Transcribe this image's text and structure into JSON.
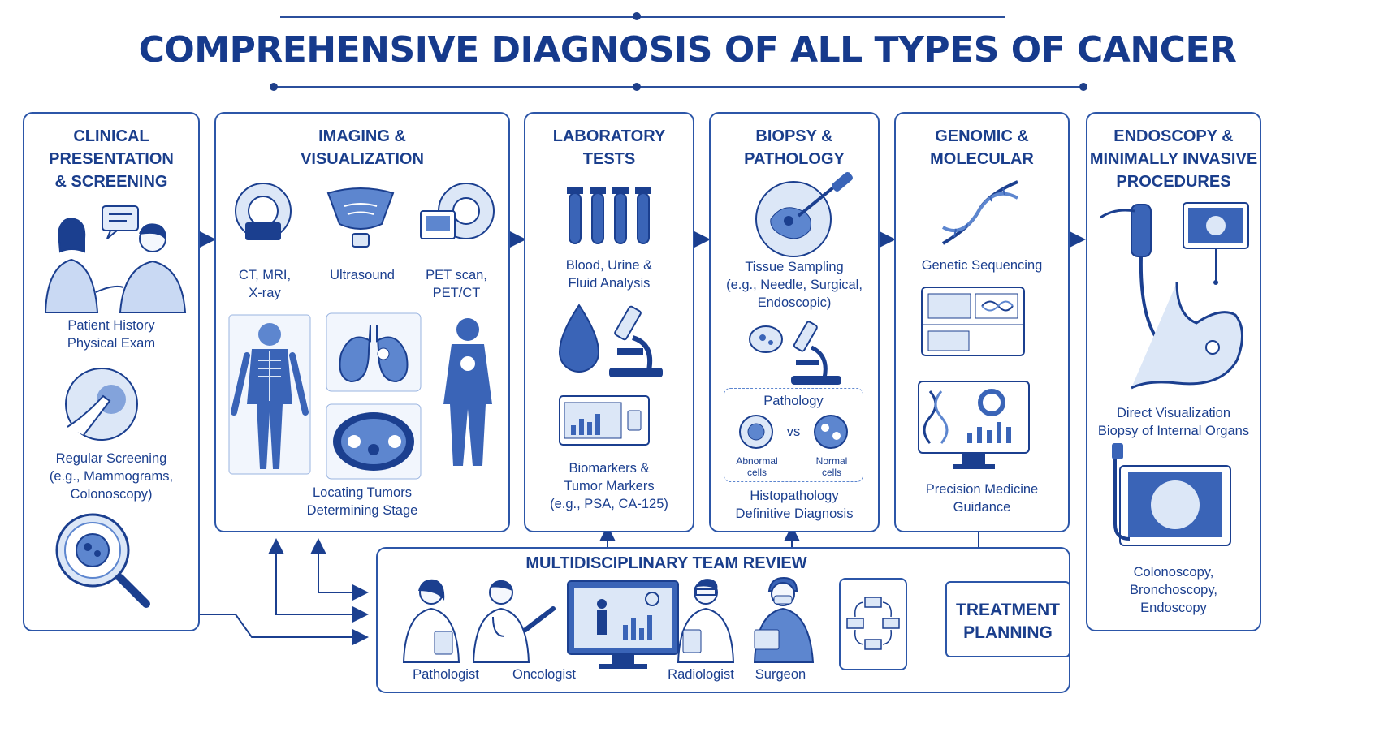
{
  "title": "COMPREHENSIVE DIAGNOSIS OF ALL TYPES OF CANCER",
  "panels": {
    "clinical": {
      "header": [
        "CLINICAL",
        "PRESENTATION",
        "& SCREENING"
      ],
      "history": [
        "Patient History",
        "Physical Exam"
      ],
      "screening": [
        "Regular Screening",
        "(e.g., Mammograms,",
        "Colonoscopy)"
      ]
    },
    "imaging": {
      "header": [
        "IMAGING &",
        "VISUALIZATION"
      ],
      "ct": [
        "CT, MRI,",
        "X-ray"
      ],
      "ultrasound": "Ultrasound",
      "pet": [
        "PET scan,",
        "PET/CT"
      ],
      "locating": [
        "Locating Tumors",
        "Determining Stage"
      ]
    },
    "lab": {
      "header": [
        "LABORATORY",
        "TESTS"
      ],
      "blood": [
        "Blood, Urine &",
        "Fluid Analysis"
      ],
      "biomarkers": [
        "Biomarkers &",
        "Tumor Markers",
        "(e.g., PSA, CA-125)"
      ]
    },
    "biopsy": {
      "header": [
        "BIOPSY &",
        "PATHOLOGY"
      ],
      "tissue": [
        "Tissue Sampling",
        "(e.g., Needle, Surgical,",
        "Endoscopic)"
      ],
      "pathology_box": {
        "title": "Pathology",
        "vs": "vs",
        "abnormal": [
          "Abnormal",
          "cells"
        ],
        "normal": [
          "Normal",
          "cells"
        ]
      },
      "histo": [
        "Histopathology",
        "Definitive Diagnosis"
      ]
    },
    "genomic": {
      "header": [
        "GENOMIC &",
        "MOLECULAR"
      ],
      "sequencing": "Genetic Sequencing",
      "precision": [
        "Precision Medicine",
        "Guidance"
      ]
    },
    "endoscopy": {
      "header": [
        "ENDOSCOPY &",
        "MINIMALLY INVASIVE",
        "PROCEDURES"
      ],
      "direct": [
        "Direct Visualization",
        "Biopsy of Internal Organs"
      ],
      "procedures": [
        "Colonoscopy,",
        "Bronchoscopy,",
        "Endoscopy"
      ]
    }
  },
  "team": {
    "title": "MULTIDISCIPLINARY TEAM REVIEW",
    "members": [
      "Pathologist",
      "Oncologist",
      "Radiologist",
      "Surgeon"
    ]
  },
  "treatment": [
    "TREATMENT",
    "PLANNING"
  ],
  "colors": {
    "primary": "#1b3f8f",
    "border": "#2c56a8",
    "fill": "#dce7f7",
    "mid": "#5d86cf"
  }
}
